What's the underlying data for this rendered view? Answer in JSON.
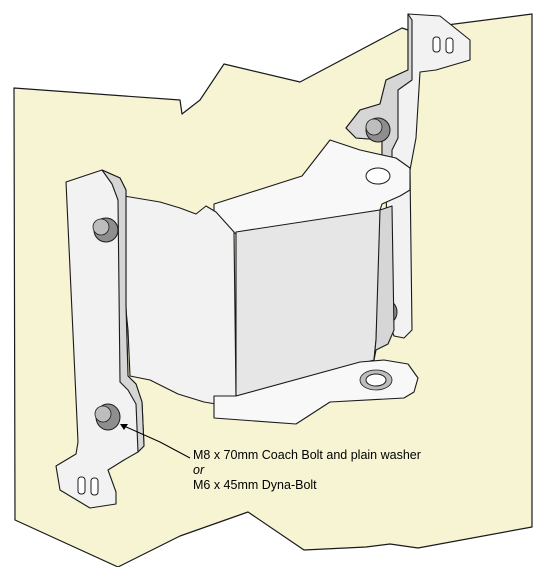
{
  "callout": {
    "line1": "M8 x 70mm Coach Bolt and plain washer",
    "line2": "or",
    "line3": "M6 x 45mm Dyna-Bolt"
  },
  "colors": {
    "wall": "#f7f4d3",
    "metal": "#f2f2f2",
    "bolt": "#8e8e8e",
    "outline": "#1a1a1a"
  }
}
